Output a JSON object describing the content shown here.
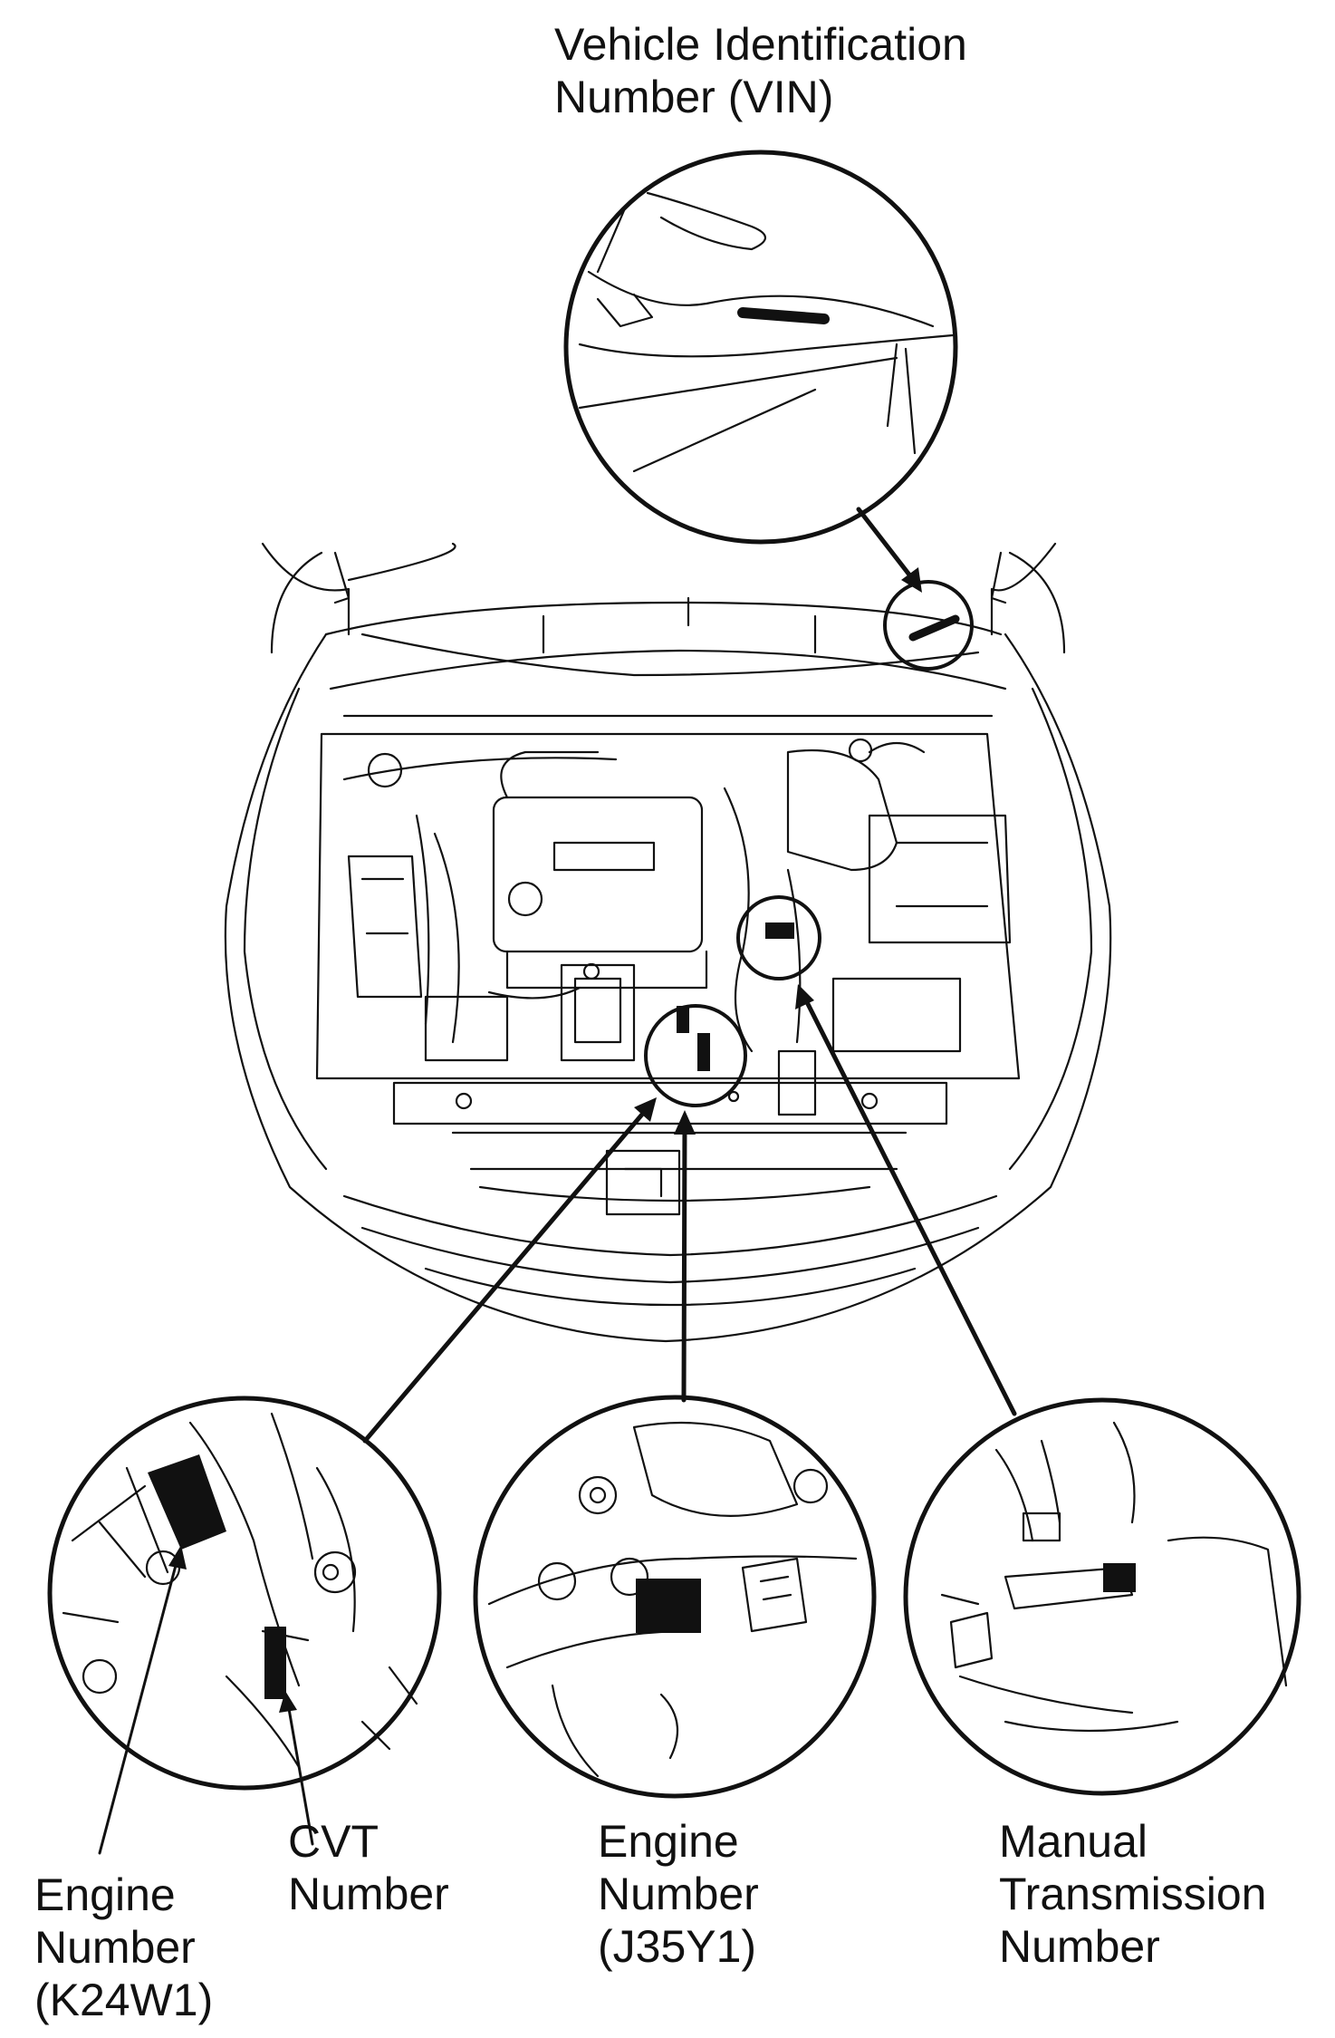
{
  "labels": {
    "vin": [
      "Vehicle Identification",
      "Number (VIN)"
    ],
    "cvt": [
      "CVT",
      "Number"
    ],
    "engine_k24w1": [
      "Engine",
      "Number",
      "(K24W1)"
    ],
    "engine_j35y1": [
      "Engine",
      "Number",
      "(J35Y1)"
    ],
    "manual_transmission": [
      "Manual",
      "Transmission",
      "Number"
    ]
  },
  "colors": {
    "ink": "#111111",
    "background": "#ffffff"
  }
}
